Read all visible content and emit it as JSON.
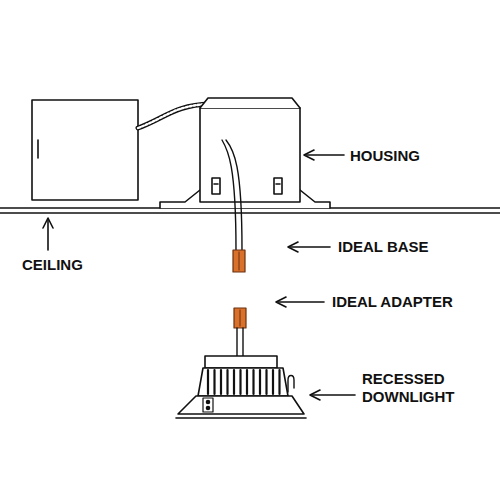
{
  "diagram": {
    "labels": [
      "HOUSING",
      "CEILING",
      "IDEAL BASE",
      "IDEAL ADAPTER",
      "RECESSED DOWNLIGHT"
    ]
  }
}
